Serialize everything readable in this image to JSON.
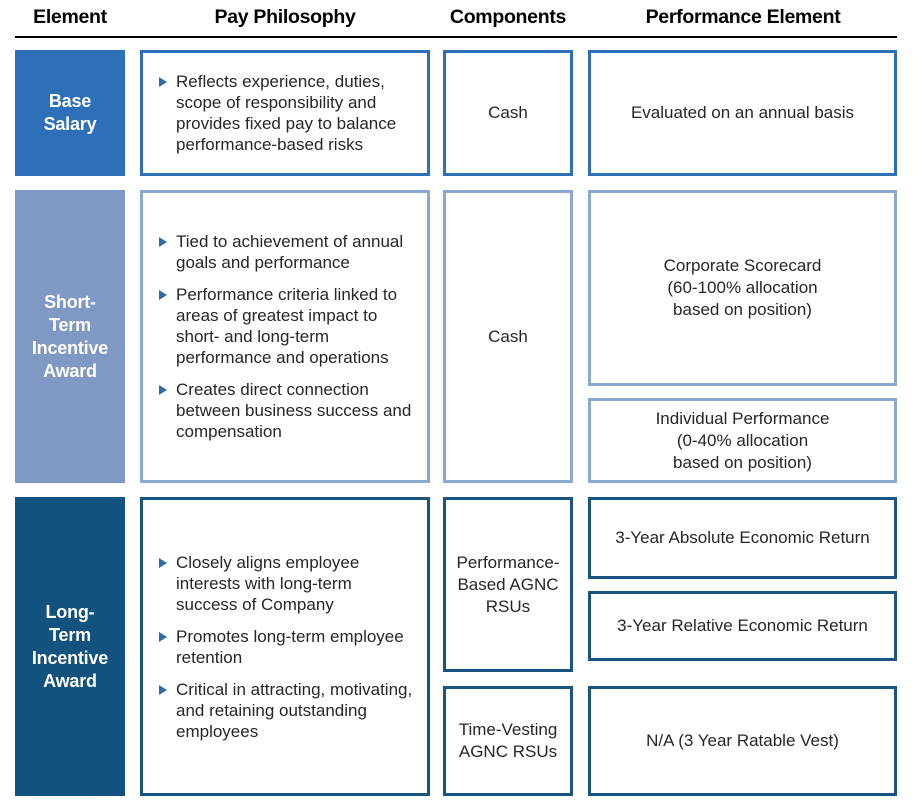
{
  "table": {
    "headers": [
      {
        "label": "Element"
      },
      {
        "label": "Pay Philosophy"
      },
      {
        "label": "Components"
      },
      {
        "label": "Performance Element"
      }
    ],
    "colors": {
      "row1_accent": "#2E70B8",
      "row2_accent": "#8CA8CE",
      "row3_accent": "#1A5480",
      "row1_fill": "#2E70B8",
      "row2_fill": "#8099C4",
      "row3_fill": "#11527E",
      "bullet_marker": "#2E6BA8",
      "header_text": "#000000",
      "body_text": "#262626",
      "rule": "#000000"
    },
    "rows": [
      {
        "element": "Base\nSalary",
        "pay_philosophy": [
          "Reflects experience, duties, scope of responsibility and provides fixed pay to balance performance-based risks"
        ],
        "components": [
          "Cash"
        ],
        "performance_elements": [
          "Evaluated on an annual basis"
        ]
      },
      {
        "element": "Short-\nTerm\nIncentive\nAward",
        "pay_philosophy": [
          "Tied to achievement of annual goals and performance",
          "Performance criteria linked to areas of greatest impact to short- and long-term performance and operations",
          "Creates direct connection between business success and compensation"
        ],
        "components": [
          "Cash"
        ],
        "performance_elements": [
          "Corporate Scorecard\n(60-100% allocation\nbased on position)",
          "Individual Performance\n(0-40% allocation\nbased on position)"
        ]
      },
      {
        "element": "Long-\nTerm\nIncentive\nAward",
        "pay_philosophy": [
          "Closely aligns employee interests with long-term success of Company",
          "Promotes long-term employee retention",
          "Critical in attracting, motivating, and retaining outstanding employees"
        ],
        "components": [
          "Performance-\nBased AGNC\nRSUs",
          "Time-Vesting\nAGNC RSUs"
        ],
        "performance_elements": [
          "3-Year Absolute Economic Return",
          "3-Year Relative Economic Return",
          "N/A (3 Year Ratable Vest)"
        ]
      }
    ]
  }
}
